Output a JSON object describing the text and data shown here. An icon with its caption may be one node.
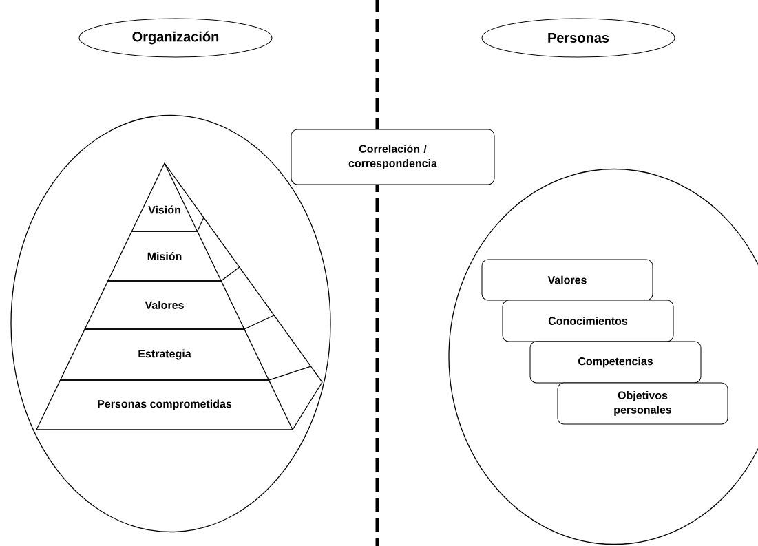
{
  "diagram": {
    "nodes": [
      {
        "text": [
          "Organización"
        ]
      },
      {
        "text": [
          "Personas"
        ]
      },
      {
        "text": [],
        "shape": "circle"
      },
      {
        "text": [
          "Visión"
        ],
        "in": 2
      },
      {
        "text": [
          "Misión"
        ],
        "in": 2
      },
      {
        "text": [
          "Valores"
        ],
        "in": 2
      },
      {
        "text": [
          "Estrategia"
        ],
        "in": 2
      },
      {
        "text": [
          "Personas comprometidas"
        ],
        "in": 2
      },
      {
        "text": [
          "Correlación / correspondencia"
        ]
      },
      {
        "text": [],
        "shape": "circle"
      },
      {
        "text": [
          "Valores"
        ],
        "in": 9
      },
      {
        "text": [
          "Conocimientos"
        ],
        "in": 9
      },
      {
        "text": [
          "Competencias"
        ],
        "in": 9
      },
      {
        "text": [
          "Objetivos personales"
        ],
        "in": 9
      }
    ],
    "edges": []
  }
}
